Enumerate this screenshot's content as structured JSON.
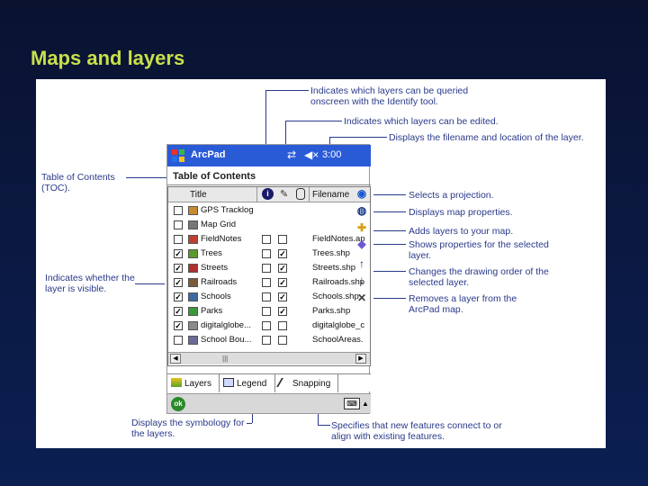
{
  "slide": {
    "title": "Maps and layers"
  },
  "annotations": {
    "identify": "Indicates which layers can be queried onscreen with the Identify tool.",
    "edited": "Indicates which layers can be edited.",
    "filename": "Displays the filename and location of the layer.",
    "toc": "Table of Contents (TOC).",
    "visible": "Indicates whether the layer is visible.",
    "projection": "Selects a projection.",
    "map_props": "Displays map properties.",
    "add_layers": "Adds layers to your map.",
    "layer_props": "Shows properties for the selected layer.",
    "draw_order": "Changes the drawing order of the selected layer.",
    "remove": "Removes a layer from the ArcPad map.",
    "symbology": "Displays the symbology for the layers.",
    "snapping": "Specifies that new features connect to or align with existing features."
  },
  "app": {
    "title": "ArcPad",
    "time": "3:00",
    "toc_header": "Table of Contents",
    "columns": {
      "title": "Title",
      "filename": "Filename"
    },
    "layers": [
      {
        "title": "GPS Tracklog",
        "visible": false,
        "editable": null,
        "identify": null,
        "filename": ""
      },
      {
        "title": "Map Grid",
        "visible": false,
        "editable": null,
        "identify": null,
        "filename": ""
      },
      {
        "title": "FieldNotes",
        "visible": false,
        "editable": false,
        "identify": false,
        "filename": "FieldNotes.ap"
      },
      {
        "title": "Trees",
        "visible": true,
        "editable": true,
        "identify": false,
        "filename": "Trees.shp"
      },
      {
        "title": "Streets",
        "visible": true,
        "editable": true,
        "identify": false,
        "filename": "Streets.shp"
      },
      {
        "title": "Railroads",
        "visible": true,
        "editable": true,
        "identify": false,
        "filename": "Railroads.shp"
      },
      {
        "title": "Schools",
        "visible": true,
        "editable": true,
        "identify": false,
        "filename": "Schools.shp"
      },
      {
        "title": "Parks",
        "visible": true,
        "editable": true,
        "identify": false,
        "filename": "Parks.shp"
      },
      {
        "title": "digitalglobe...",
        "visible": true,
        "editable": false,
        "identify": false,
        "filename": "digitalglobe_c"
      },
      {
        "title": "School Bou...",
        "visible": false,
        "editable": false,
        "identify": false,
        "filename": "SchoolAreas."
      }
    ],
    "tabs": [
      {
        "label": "Layers",
        "icon": "layers-icon"
      },
      {
        "label": "Legend",
        "icon": "legend-icon"
      },
      {
        "label": "Snapping",
        "icon": "snapping-icon"
      }
    ],
    "ok_label": "ok"
  }
}
